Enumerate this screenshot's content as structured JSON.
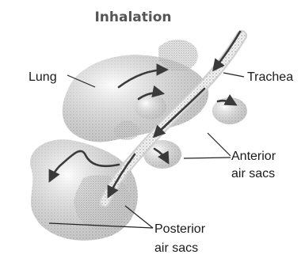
{
  "title": "Inhalation",
  "labels": {
    "lung": "Lung",
    "trachea": "Trachea",
    "anterior_line1": "Anterior",
    "anterior_line2": "air sacs",
    "posterior_line1": "Posterior",
    "posterior_line2": "air sacs"
  },
  "style": {
    "ink": "#3a3a3a",
    "stipple": "#9a9a9a"
  }
}
